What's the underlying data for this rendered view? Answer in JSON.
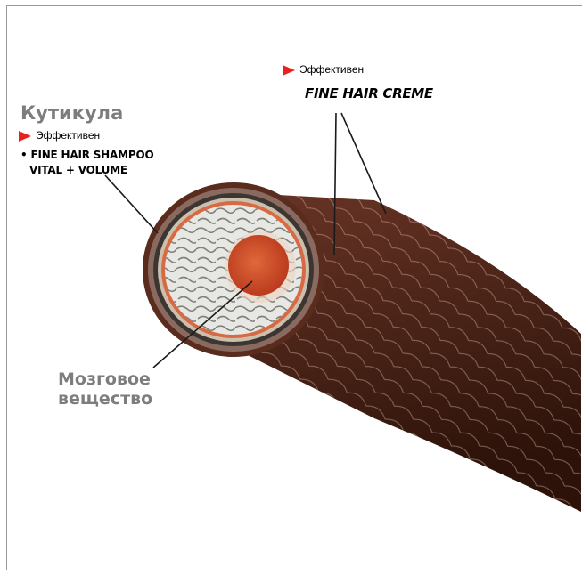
{
  "cuticle": {
    "heading": "Кутикула",
    "effective_label": "Эффективен",
    "product_line1": "• FINE HAIR SHAMPOO",
    "product_line2": "VITAL + VOLUME"
  },
  "cortex": {
    "effective_label": "Эффективен",
    "product": "FINE HAIR CREME"
  },
  "medulla": {
    "line1": "Мозговое",
    "line2": "вещество"
  },
  "colors": {
    "accent_triangle": "#e8201f",
    "shaft_brown": "#4a2518",
    "medulla_orange": "#d24a22",
    "heading_grey": "#7d7d7d"
  }
}
